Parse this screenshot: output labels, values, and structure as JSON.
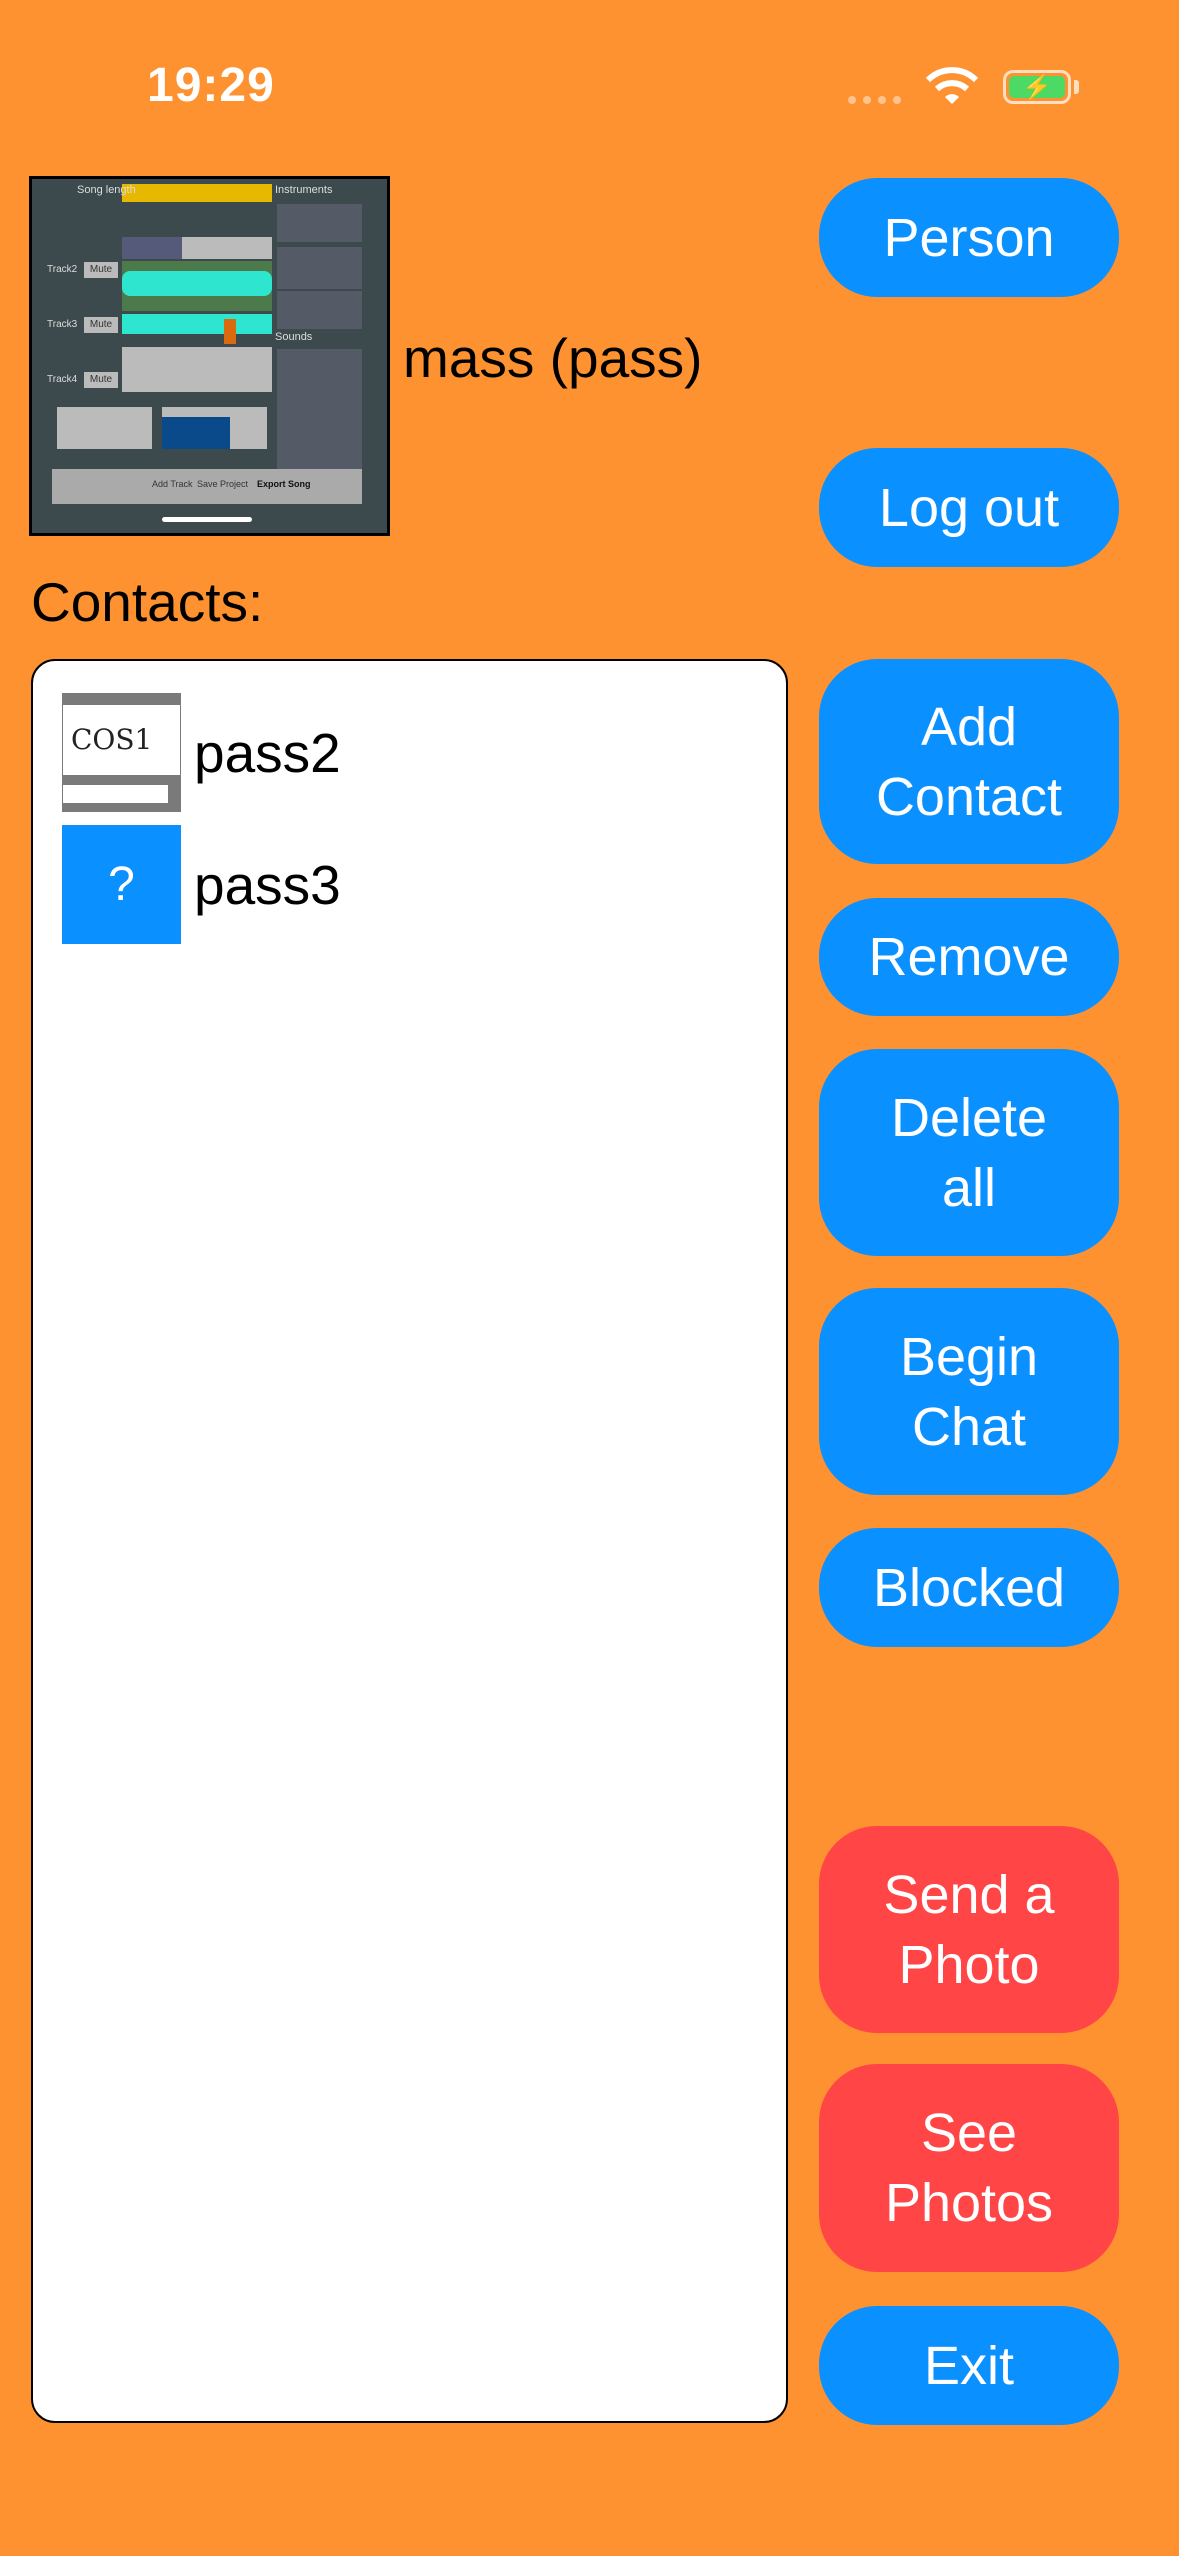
{
  "status_bar": {
    "time": "19:29",
    "wifi_icon": "wifi-icon",
    "battery_icon": "battery-charging-icon",
    "signal_icon": "signal-dots-icon"
  },
  "profile": {
    "username": "mass (pass)",
    "image_labels": {
      "song_length": "Song length",
      "instruments": "Instruments",
      "sounds": "Sounds",
      "track2": "Track2",
      "track3": "Track3",
      "track4": "Track4",
      "mute": "Mute",
      "add_track": "Add Track",
      "save_project": "Save Project",
      "export_song": "Export Song"
    }
  },
  "contacts": {
    "label": "Contacts:",
    "items": [
      {
        "name": "pass2",
        "avatar": "COS1"
      },
      {
        "name": "pass3",
        "avatar": "?"
      }
    ]
  },
  "buttons": {
    "person": "Person",
    "log_out": "Log out",
    "add_contact": "Add Contact",
    "remove": "Remove",
    "delete_all": "Delete all",
    "begin_chat": "Begin Chat",
    "blocked": "Blocked",
    "send_photo": "Send a Photo",
    "see_photos": "See Photos",
    "exit": "Exit"
  },
  "colors": {
    "background": "#FF9230",
    "button_blue": "#0A90FF",
    "button_red": "#FF4545"
  }
}
